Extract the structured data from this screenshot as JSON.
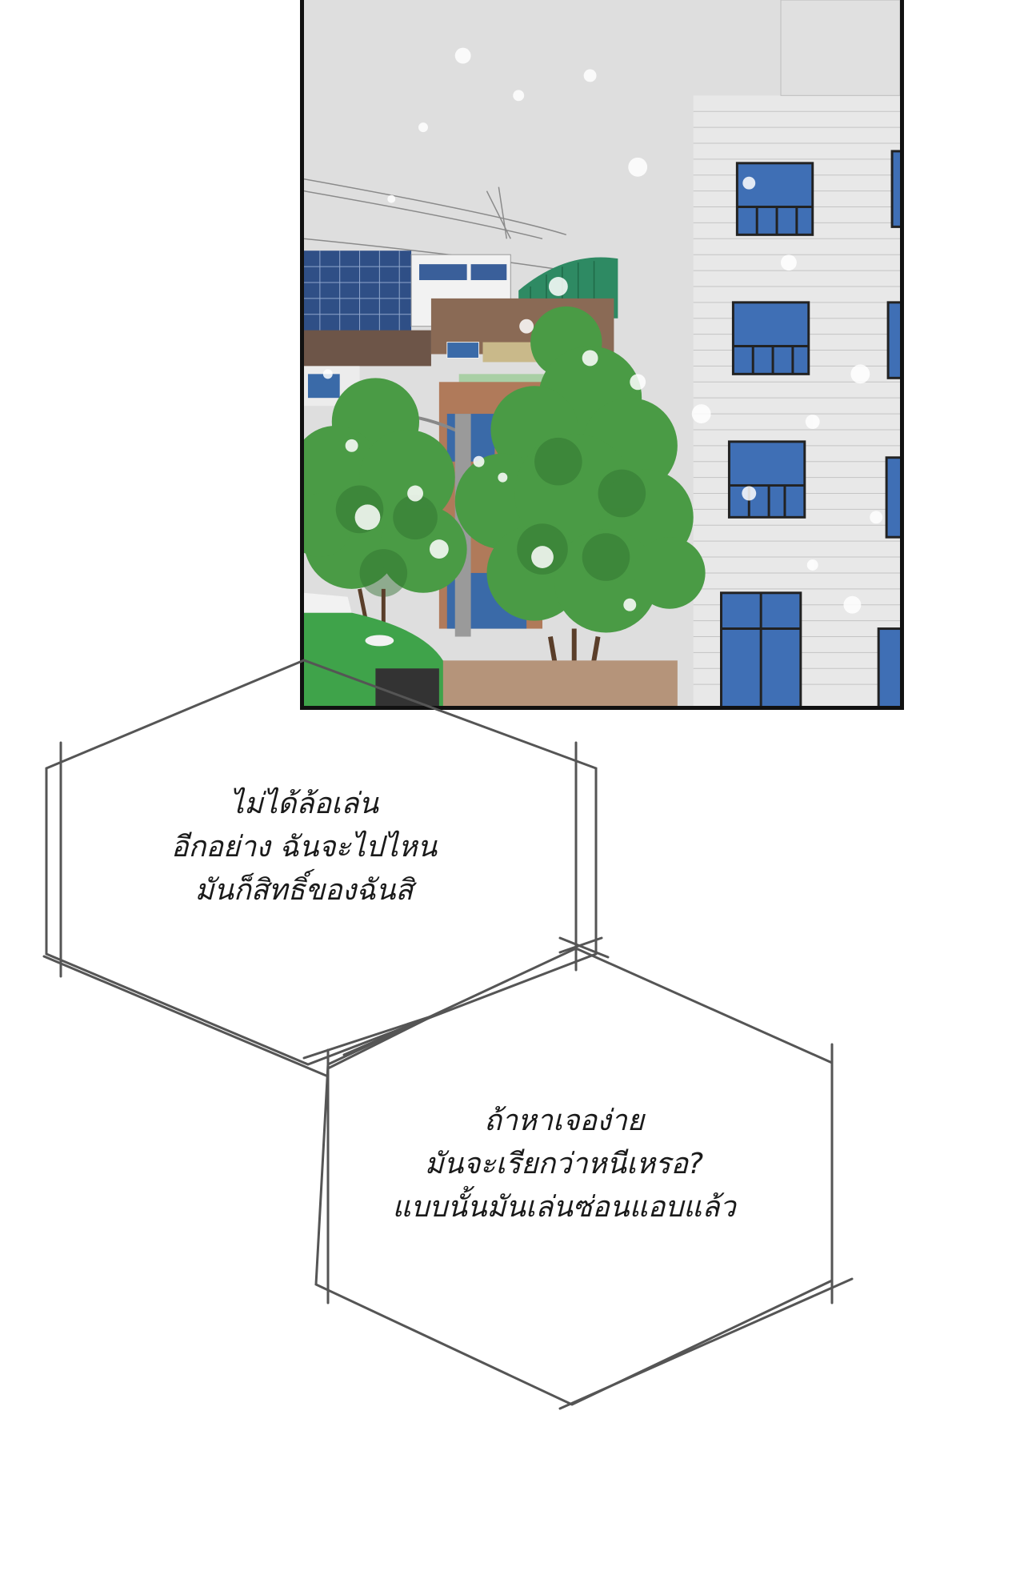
{
  "bubbles": [
    {
      "lines": [
        "ไม่ได้ล้อเล่น",
        "อีกอย่าง ฉันจะไปไหน",
        "มันก็สิทธิ์ของฉันสิ"
      ]
    },
    {
      "lines": [
        "ถ้าหาเจอง่าย",
        "มันจะเรียกว่าหนีเหรอ?",
        "แบบนั้นมันเล่นซ่อนแอบแล้ว"
      ]
    }
  ],
  "colors": {
    "sky": "#dcdcdc",
    "building": "#e6e6e6",
    "window": "#3f6fb5",
    "tree": "#4a9b45",
    "tree_dark": "#2f6f2e",
    "bus": "#3fa34a",
    "dome": "#2e8a63",
    "panel_border": "#111111",
    "bubble_line": "#555555",
    "text": "#1a1a1a"
  }
}
